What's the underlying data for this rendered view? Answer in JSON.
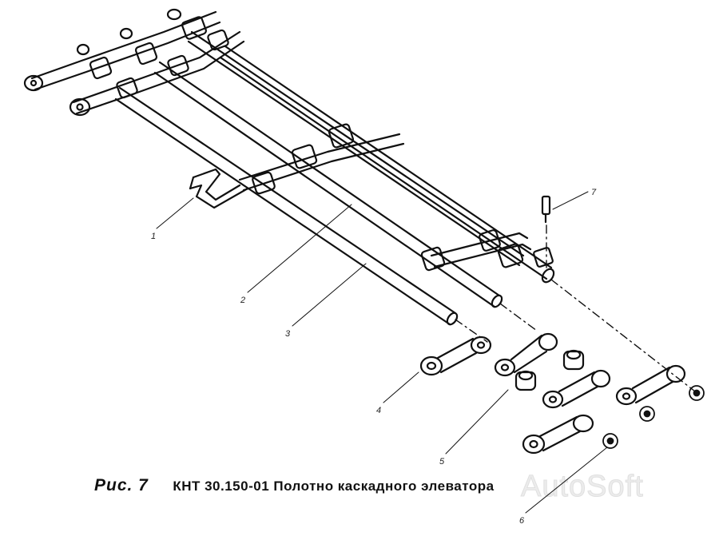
{
  "figure": {
    "label": "Рис. 7",
    "title": "КНТ 30.150-01 Полотно каскадного элеватора"
  },
  "watermark": "AutoSoft",
  "callouts": [
    {
      "id": 1,
      "text": "1"
    },
    {
      "id": 2,
      "text": "2"
    },
    {
      "id": 3,
      "text": "3"
    },
    {
      "id": 4,
      "text": "4"
    },
    {
      "id": 5,
      "text": "5"
    },
    {
      "id": 6,
      "text": "6"
    },
    {
      "id": 7,
      "text": "7"
    }
  ]
}
